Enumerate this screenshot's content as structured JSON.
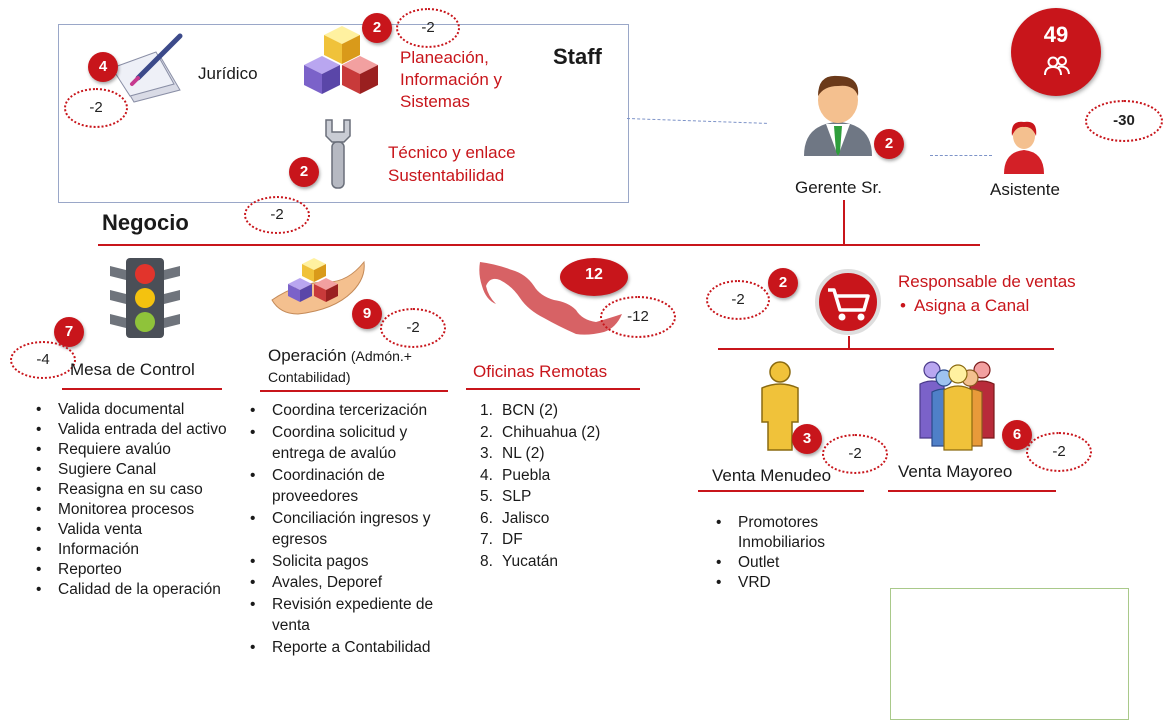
{
  "staff": {
    "title": "Staff",
    "juridico": {
      "label": "Jurídico",
      "count": "4",
      "delta": "-2"
    },
    "planeacion": {
      "label_lines": [
        "Planeación,",
        "Información y",
        "Sistemas"
      ],
      "count": "2",
      "delta": "-2"
    },
    "tecnico": {
      "label_lines": [
        "Técnico y enlace",
        "Sustentabilidad"
      ],
      "count": "2"
    },
    "staff_delta": "-2"
  },
  "gerente": {
    "label": "Gerente Sr.",
    "count": "2"
  },
  "asistente": {
    "label": "Asistente"
  },
  "total": {
    "count": "49",
    "delta": "-30"
  },
  "negocio": {
    "title": "Negocio"
  },
  "mesa": {
    "title": "Mesa de Control",
    "count": "7",
    "delta": "-4",
    "items": [
      "Valida documental",
      "Valida entrada del activo",
      "Requiere avalúo",
      "Sugiere Canal",
      "Reasigna en su caso",
      "Monitorea procesos",
      "Valida venta",
      "Información",
      "Reporteo",
      "Calidad de la operación"
    ]
  },
  "operacion": {
    "title": "Operación",
    "title_small": "(Admón.+",
    "title_line2": "Contabilidad)",
    "count": "9",
    "delta": "-2",
    "items": [
      "Coordina tercerización",
      "Coordina solicitud y entrega de avalúo",
      "Coordinación de proveedores",
      "Conciliación ingresos y egresos",
      "Solicita pagos",
      "Avales, Deporef",
      "Revisión expediente de venta",
      "Reporte a Contabilidad"
    ]
  },
  "oficinas": {
    "title": "Oficinas Remotas",
    "count": "12",
    "delta": "-12",
    "items": [
      "BCN (2)",
      "Chihuahua (2)",
      "NL (2)",
      "Puebla",
      "SLP",
      "Jalisco",
      "DF",
      "Yucatán"
    ]
  },
  "ventas": {
    "title": "Responsable de ventas",
    "sub": "Asigna a Canal",
    "count": "2",
    "delta": "-2"
  },
  "menudeo": {
    "title": "Venta Menudeo",
    "count": "3",
    "delta": "-2",
    "items": [
      "Promotores Inmobiliarios",
      "Outlet",
      "VRD"
    ]
  },
  "mayoreo": {
    "title": "Venta Mayoreo",
    "count": "6",
    "delta": "-2"
  },
  "colors": {
    "accent": "#c8151b",
    "staff_border": "#9aa7c8",
    "empty_box": "#a9c98a"
  }
}
